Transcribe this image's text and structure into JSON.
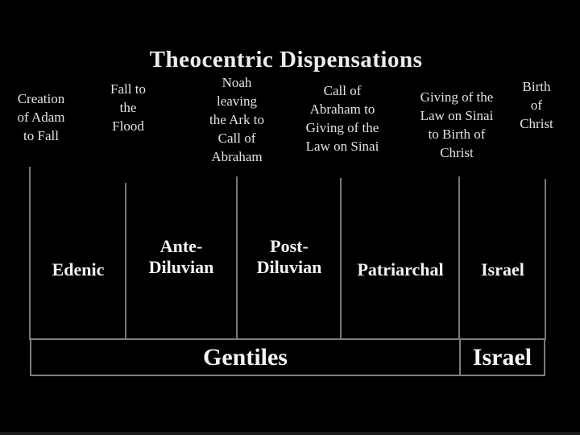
{
  "title": "Theocentric Dispensations",
  "era_labels": [
    {
      "text": "Creation\nof Adam\nto Fall"
    },
    {
      "text": "Fall to\nthe\nFlood"
    },
    {
      "text": "Noah\nleaving\nthe Ark to\nCall of\nAbraham"
    },
    {
      "text": "Call of\nAbraham to\nGiving of the\nLaw on Sinai"
    },
    {
      "text": "Giving of the\nLaw on Sinai\nto Birth of\nChrist"
    },
    {
      "text": "Birth\nof\nChrist"
    }
  ],
  "dispensations": [
    {
      "text": "Edenic"
    },
    {
      "text": "Ante-\nDiluvian"
    },
    {
      "text": "Post-\nDiluvian"
    },
    {
      "text": "Patriarchal"
    },
    {
      "text": "Israel"
    }
  ],
  "covenant_groups": {
    "left": "Gentiles",
    "right": "Israel"
  },
  "colors": {
    "background": "#000000",
    "title_text": "#ededed",
    "label_text": "#e3e3e3",
    "tick_line": "#777777",
    "box_border": "#7d7d7d",
    "footer_bar": "#1c1c1c"
  }
}
